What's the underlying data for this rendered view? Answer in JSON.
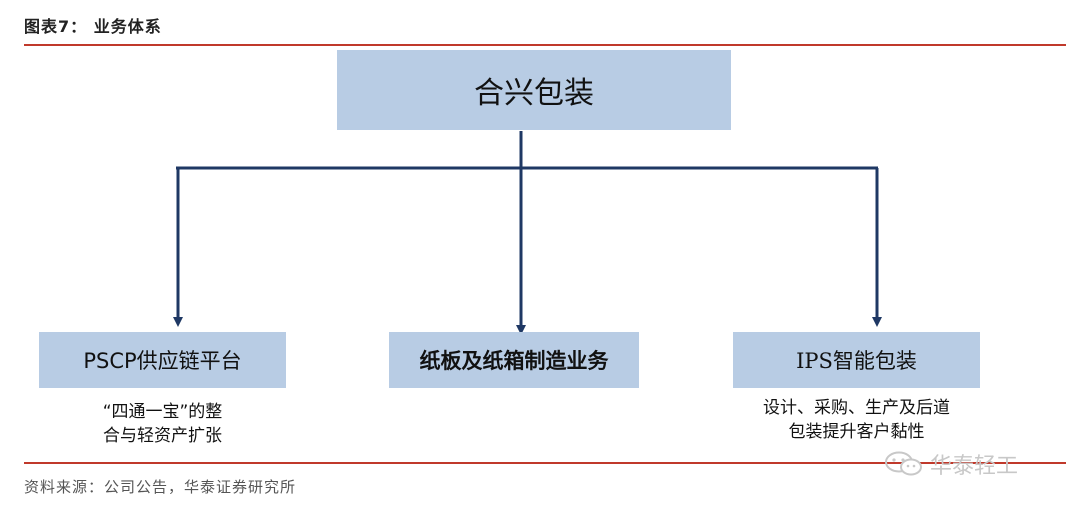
{
  "figure_title": "图表7：  业务体系",
  "root": {
    "label": "合兴包装"
  },
  "children": [
    {
      "label": "PSCP供应链平台",
      "description": [
        "“四通一宝”的整",
        "合与轻资产扩张"
      ]
    },
    {
      "label": "纸板及纸箱制造业务",
      "description": []
    },
    {
      "label": "IPS智能包装",
      "description": [
        "设计、采购、生产及后道",
        "包装提升客户黏性"
      ]
    }
  ],
  "source": "资料来源：公司公告，华泰证券研究所",
  "watermark": {
    "text": "华泰轻工",
    "icon": "wechat-icon"
  },
  "colors": {
    "box_fill": "#b8cce4",
    "connector": "#1f3864",
    "rule": "#c0392b"
  }
}
